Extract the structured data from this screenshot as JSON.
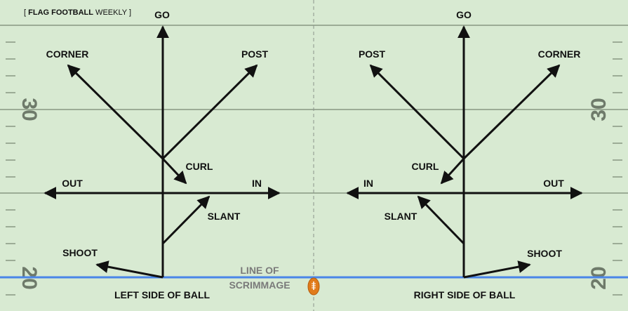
{
  "brand": {
    "prefix": "[ ",
    "bold": "FLAG FOOTBALL",
    "rest": " WEEKLY ]"
  },
  "yard_numbers": {
    "left_top": "30",
    "left_bottom": "20",
    "right_top": "30",
    "right_bottom": "20"
  },
  "line_of_scrimmage": {
    "line1": "LINE OF",
    "line2": "SCRIMMAGE",
    "color": "#4a86e8"
  },
  "left_side": {
    "caption": "LEFT SIDE OF BALL",
    "routes": {
      "go": "GO",
      "corner": "CORNER",
      "post": "POST",
      "curl": "CURL",
      "out": "OUT",
      "in": "IN",
      "slant": "SLANT",
      "shoot": "SHOOT"
    }
  },
  "right_side": {
    "caption": "RIGHT SIDE OF BALL",
    "routes": {
      "go": "GO",
      "post": "POST",
      "corner": "CORNER",
      "curl": "CURL",
      "in": "IN",
      "out": "OUT",
      "slant": "SLANT",
      "shoot": "SHOOT"
    }
  },
  "colors": {
    "field": "#d8ead2",
    "lines": "#5f6e5b",
    "arrows": "#111111",
    "ball": "#e07b1a"
  },
  "icons": {
    "ball": "football-icon"
  }
}
